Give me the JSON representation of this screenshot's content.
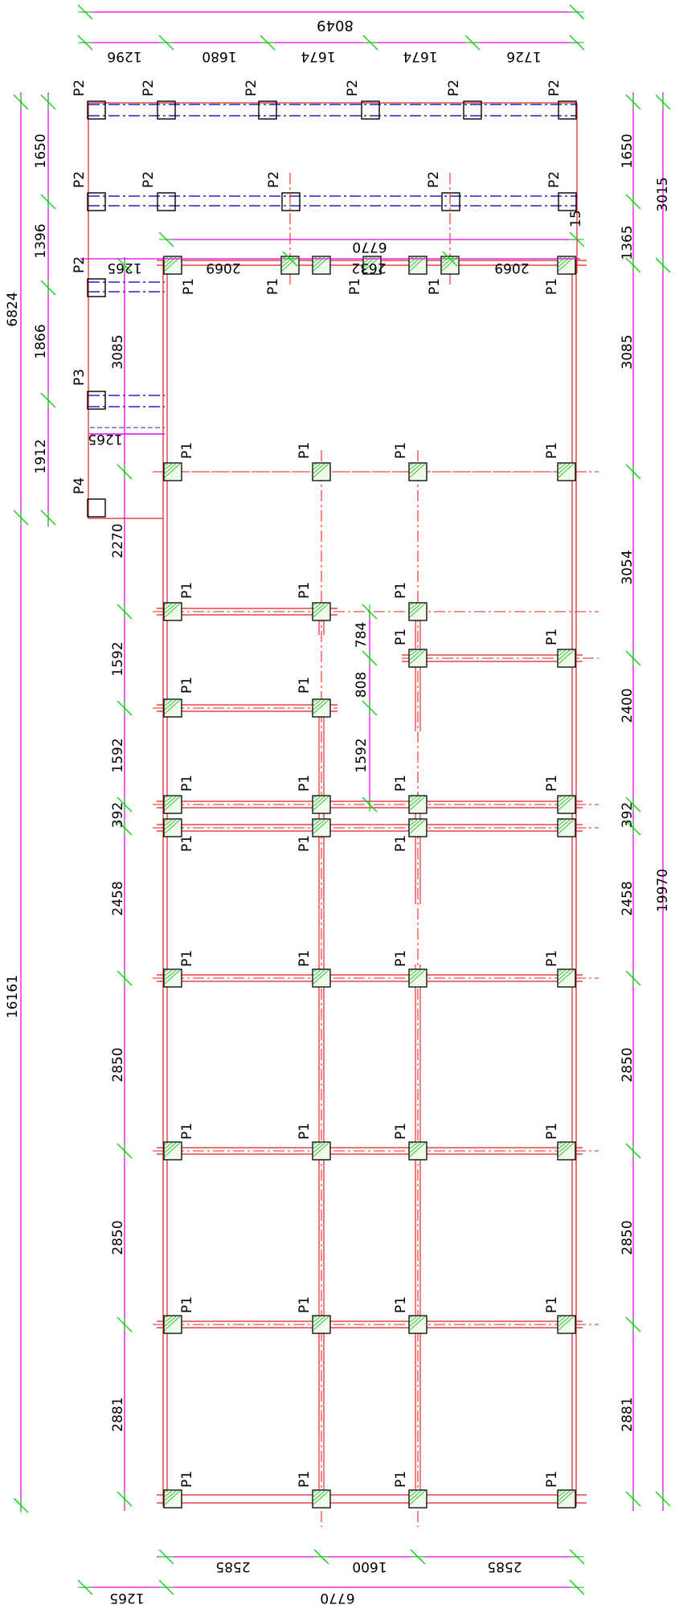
{
  "colors": {
    "background": "#ffffff",
    "beam": "#dd2222",
    "axis": "#ee2222",
    "dimension_line": "#ee00ee",
    "tick_mark": "#11cc11",
    "column_hatch": "#33bb33",
    "old_structure": "#000000",
    "old_axis": "#2222cc",
    "text": "#000000"
  },
  "top_dimensions": {
    "overall": "8049",
    "segments": [
      "1296",
      "1680",
      "1674",
      "1674",
      "1726"
    ]
  },
  "left_dimensions": {
    "outer_total": "16161",
    "upper_total": "6824",
    "upper_segments": [
      "1650",
      "1396",
      "1866",
      "1912"
    ],
    "inner_segments": [
      "2270",
      "1592",
      "1592",
      "392",
      "2458",
      "2850",
      "2850",
      "2881"
    ],
    "offset_3085": "3085",
    "offset_1265": "1265"
  },
  "right_dimensions": {
    "overall": "19970",
    "top_pair": "3015",
    "segments": [
      "1650",
      "1365",
      "3085",
      "3054",
      "2400",
      "392",
      "2458",
      "2850",
      "2850",
      "2881"
    ]
  },
  "mid_dimensions": {
    "width_6770": "6770",
    "dim_15": "15",
    "dim_1265": "1265",
    "segments": [
      "2069",
      "2632",
      "2069"
    ],
    "inner_784": "784",
    "inner_808": "808",
    "inner_1592": "1592"
  },
  "bottom_dimensions": {
    "segments": [
      "2585",
      "1600",
      "2585"
    ],
    "overall": "6770",
    "offset": "1265"
  },
  "column_labels": {
    "p1": "P1",
    "p2": "P2",
    "p3": "P3",
    "p4": "P4"
  }
}
